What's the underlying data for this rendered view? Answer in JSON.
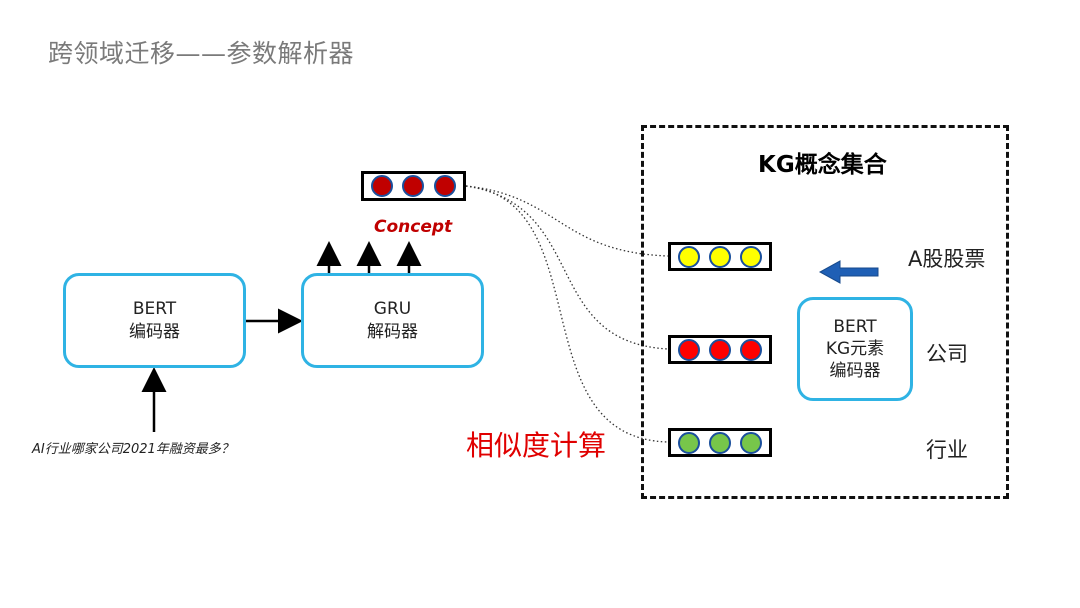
{
  "title": "跨领域迁移——参数解析器",
  "encoder": {
    "line1": "BERT",
    "line2": "编码器"
  },
  "decoder": {
    "line1": "GRU",
    "line2": "解码器"
  },
  "kg_encoder": {
    "line1": "BERT",
    "line2": "KG元素",
    "line3": "编码器"
  },
  "concept_label": "Concept",
  "kg_title": "KG概念集合",
  "similarity_label": "相似度计算",
  "question": "AI行业哪家公司2021年融资最多？",
  "kg_items": [
    {
      "label": "A股股票",
      "color": "#ffff00"
    },
    {
      "label": "公司",
      "color": "#ff0000"
    },
    {
      "label": "行业",
      "color": "#77c64a"
    }
  ],
  "concept_vector_color": "#c00000",
  "colors": {
    "box_border": "#2fb3e4",
    "arrow_blue": "#1f5fb5",
    "accent_red": "#e00000"
  }
}
